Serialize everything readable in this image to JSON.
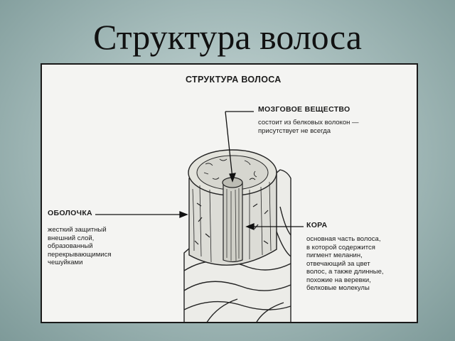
{
  "slide": {
    "title": "Структура волоса"
  },
  "figure": {
    "heading": "СТРУКТУРА ВОЛОСА",
    "medulla": {
      "label": "МОЗГОВОЕ ВЕЩЕСТВО",
      "desc": "состоит из белковых волокон —\nприсутствует не всегда"
    },
    "cuticle": {
      "label": "ОБОЛОЧКА",
      "desc": "жесткий защитный\nвнешний слой,\nобразованный\nперекрывающимися\nчешуйками"
    },
    "cortex": {
      "label": "КОРА",
      "desc": "основная часть волоса,\nв которой содержится\nпигмент меланин,\nотвечающий за цвет\nволос, а также длинные,\nпохожие на веревки,\nбелковые молекулы"
    }
  }
}
